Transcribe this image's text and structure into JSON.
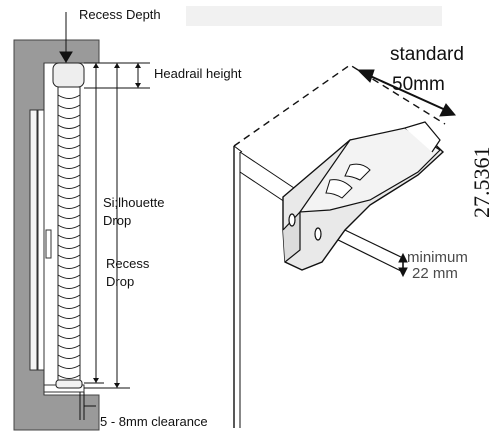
{
  "labels": {
    "recess_depth": "Recess Depth",
    "headrail_height": "Headrail height",
    "silhouette_drop_line1": "Si;lhouette",
    "silhouette_drop_line2": "Drop",
    "recess_drop_line1": "Recess",
    "recess_drop_line2": "Drop",
    "clearance": "5 - 8mm clearance",
    "standard_line1": "standard",
    "standard_line2": "50mm",
    "minimum_line1": "minimum",
    "minimum_line2": "22 mm",
    "vertical_number": "27.5361"
  },
  "colors": {
    "wall": "#9a9a9a",
    "ink": "#111111",
    "bracket": "#e9e9e9"
  }
}
